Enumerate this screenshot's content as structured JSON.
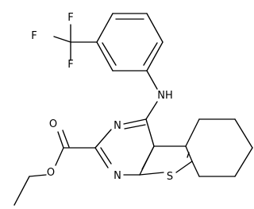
{
  "molecule": {
    "atom_labels": {
      "f_top": "F",
      "f_left": "F",
      "f_bottom": "F",
      "nh": "NH",
      "n_upper": "N",
      "n_lower": "N",
      "o_carbonyl": "O",
      "o_ester": "O",
      "s": "S"
    },
    "colors": {
      "bond": "#000000",
      "label": "#000000",
      "background": "#ffffff"
    }
  }
}
